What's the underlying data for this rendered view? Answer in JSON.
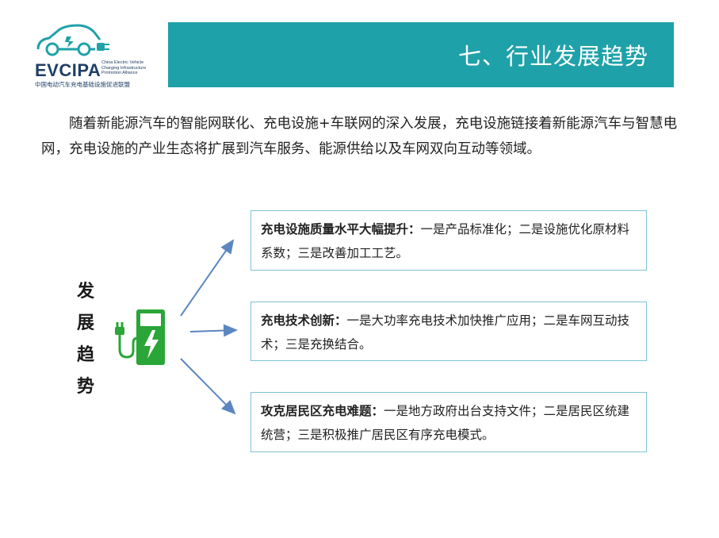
{
  "logo": {
    "name": "EVCIPA",
    "en_lines": [
      "China Electric Vehicle",
      "Charging Infrastructure",
      "Promotion Alliance"
    ],
    "cn": "中国电动汽车充电基础设施促进联盟",
    "color": "#1fa1a9"
  },
  "title": "七、行业发展趋势",
  "intro": "随着新能源汽车的智能网联化、充电设施+车联网的深入发展，充电设施链接着新能源汽车与智慧电网，充电设施的产业生态将扩展到汽车服务、能源供给以及车网双向互动等领域。",
  "side_label": [
    "发",
    "展",
    "趋",
    "势"
  ],
  "trends": [
    {
      "heading": "充电设施质量水平大幅提升：",
      "body": "一是产品标准化；二是设施优化原材料系数；三是改善加工工艺。"
    },
    {
      "heading": "充电技术创新：",
      "body": "一是大功率充电技术加快推广应用；二是车网互动技术；三是充换结合。"
    },
    {
      "heading": "攻克居民区充电难题：",
      "body": "一是地方政府出台支持文件；二是居民区统建统营；三是积极推广居民区有序充电模式。"
    }
  ],
  "colors": {
    "title_bar": "#1fa1a9",
    "charger": "#2aa537",
    "arrow": "#5b86c0",
    "box_border": "#7fc3d6"
  },
  "icons": [
    "car-plug-logo-icon",
    "ev-charger-icon",
    "arrow-icon"
  ]
}
